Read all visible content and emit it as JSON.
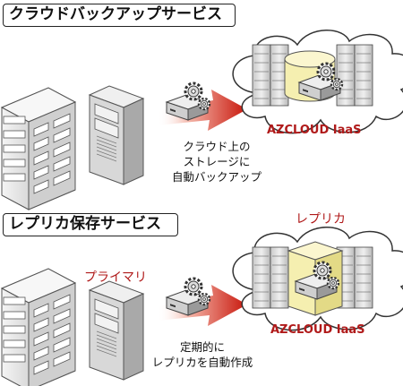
{
  "section1": {
    "title": "クラウドバックアップサービス",
    "cloud_label": "AZCLOUD IaaS",
    "caption_lines": [
      "クラウド上の",
      "ストレージに",
      "自動バックアップ"
    ]
  },
  "section2": {
    "title": "レプリカ保存サービス",
    "primary_label": "プライマリ",
    "replica_label": "レプリカ",
    "cloud_label": "AZCLOUD IaaS",
    "caption_lines": [
      "定期的に",
      "レプリカを自動作成"
    ]
  },
  "colors": {
    "accent_red": "#b01a1a",
    "storage_yellow": "#f5efb0"
  },
  "icons": [
    "office-building-icon",
    "server-tower-icon",
    "backup-device-gear-icon",
    "cloud-icon",
    "arrow-icon",
    "database-cylinder-icon"
  ]
}
